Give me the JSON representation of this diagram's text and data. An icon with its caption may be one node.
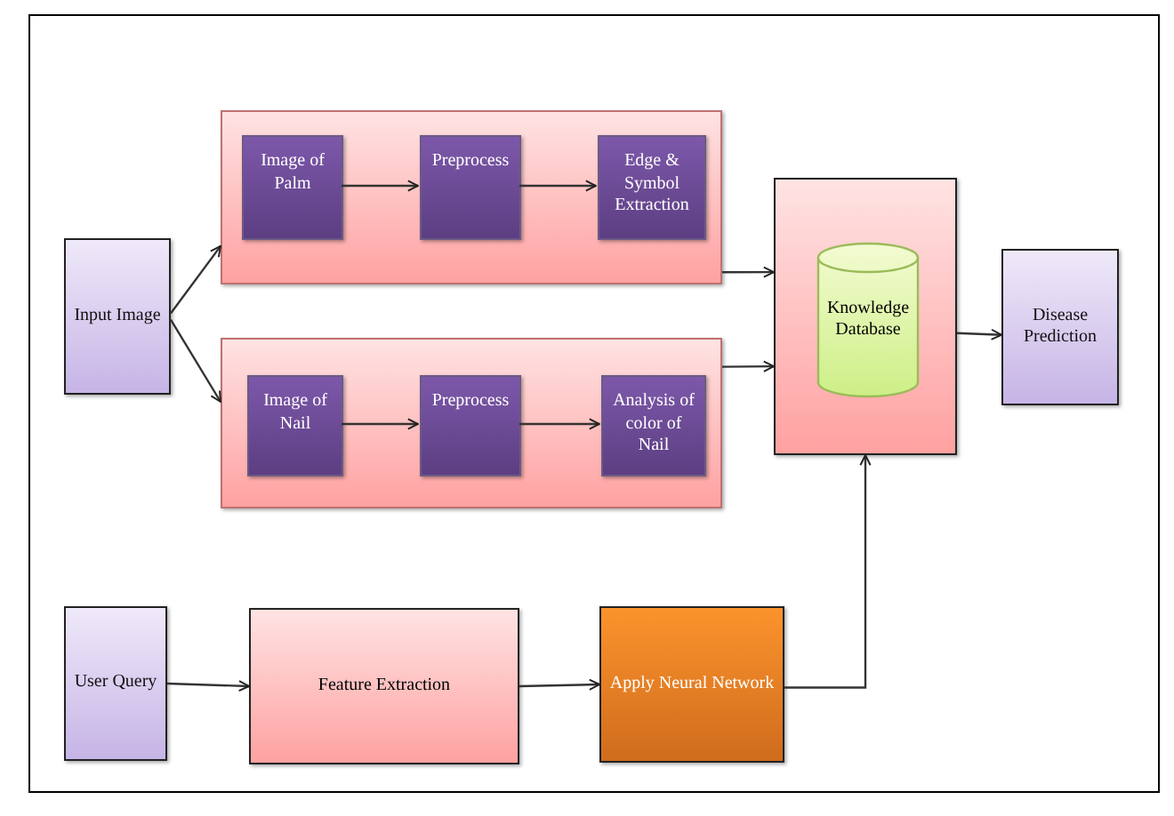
{
  "diagram": {
    "nodes": [
      {
        "text": [
          "Input Image"
        ]
      },
      {
        "text": [],
        "shape": "box"
      },
      {
        "text": [
          "Image of Palm"
        ],
        "in": 1
      },
      {
        "text": [
          "Preprocess"
        ],
        "in": 1
      },
      {
        "text": [
          "Edge & Symbol Extraction"
        ],
        "in": 1
      },
      {
        "text": [],
        "shape": "box"
      },
      {
        "text": [
          "Image of Nail"
        ],
        "in": 5
      },
      {
        "text": [
          "Preprocess"
        ],
        "in": 5
      },
      {
        "text": [
          "Analysis of color of Nail"
        ],
        "in": 5
      },
      {
        "text": [],
        "shape": "box"
      },
      {
        "text": [
          "Knowledge Database"
        ],
        "in": 9
      },
      {
        "text": [
          "Disease Prediction"
        ]
      },
      {
        "text": [
          "User Query"
        ]
      },
      {
        "text": [
          "Feature Extraction"
        ]
      },
      {
        "text": [
          "Apply Neural Network"
        ]
      }
    ],
    "edges": [
      {
        "from": 0,
        "to": 1,
        "arrow": "to"
      },
      {
        "from": 0,
        "to": 5,
        "arrow": "to"
      },
      {
        "from": 2,
        "to": 3,
        "arrow": "to"
      },
      {
        "from": 3,
        "to": 4,
        "arrow": "to"
      },
      {
        "from": 6,
        "to": 7,
        "arrow": "to"
      },
      {
        "from": 7,
        "to": 8,
        "arrow": "to"
      },
      {
        "from": 1,
        "to": 9,
        "arrow": "to"
      },
      {
        "from": 5,
        "to": 9,
        "arrow": "to"
      },
      {
        "from": 9,
        "to": 11,
        "arrow": "to"
      },
      {
        "from": 12,
        "to": 13,
        "arrow": "to"
      },
      {
        "from": 13,
        "to": 14,
        "arrow": "to"
      },
      {
        "from": 14,
        "to": 9,
        "arrow": "to"
      }
    ]
  }
}
